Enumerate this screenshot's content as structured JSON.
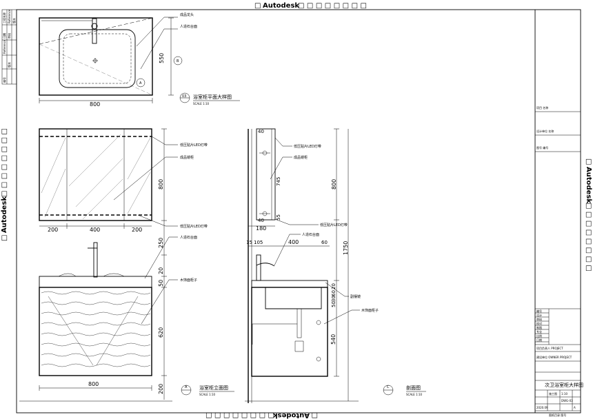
{
  "watermark": {
    "brand": "Autodesk",
    "glyphs": "□ □ □ □ □ □ □ □",
    "box": "□"
  },
  "plan_view": {
    "dim_width": "800",
    "dim_depth": "550",
    "labels": [
      "成品龙头",
      "人造石台面"
    ],
    "section_marks": [
      "A",
      "B"
    ],
    "title_num": "03",
    "title": "浴室柜平面大样图",
    "scale": "SCALE 1:10"
  },
  "elevation_view": {
    "mirror_dims": [
      "200",
      "400",
      "200"
    ],
    "height_dims": [
      "800",
      "250",
      "20",
      "50",
      "620",
      "200"
    ],
    "width_dim": "800",
    "labels": [
      "低压贴片LED灯带",
      "成品镜柜",
      "低压贴片LED灯带",
      "人造石台面",
      "木饰面柜子"
    ],
    "title_mark": "A",
    "title": "浴室柜立面图",
    "scale": "SCALE 1:10"
  },
  "section_view": {
    "top_dims": [
      "40",
      "745",
      "55",
      "40"
    ],
    "mirror_depth": "180",
    "counter_dims": [
      "15",
      "105",
      "400",
      "60"
    ],
    "right_dims": [
      "800",
      "1750",
      "20",
      "60",
      "30",
      "50",
      "540"
    ],
    "labels": [
      "低压贴片LED灯带",
      "成品镜柜",
      "低压贴片LED灯带",
      "人造石台面",
      "副摆镜",
      "木饰面柜子"
    ],
    "title_mark": "C",
    "title": "剖面图",
    "scale": "SCALE 1:10"
  },
  "title_block": {
    "rows": [
      "项目 名称",
      "设计单位 名称",
      "图号 编号",
      "项目负责人 PROJECT",
      "建设单位 OWNER PROJECT"
    ],
    "grid_labels": [
      "编号",
      "设计",
      "审核",
      "校对",
      "制图",
      "专业",
      "比例",
      "日期",
      "版本"
    ],
    "stage": "施工图",
    "dwg_no": "DWG-03",
    "date": "2020.09",
    "rev": "A",
    "scale": "1:10",
    "drawing_title": "次卫浴室柜大样图",
    "footer": "图纸目录 图号"
  },
  "left_strip": [
    "工程名称",
    "Reference",
    "版本",
    "日期",
    "审核",
    "Reference",
    "版本",
    "编号"
  ]
}
